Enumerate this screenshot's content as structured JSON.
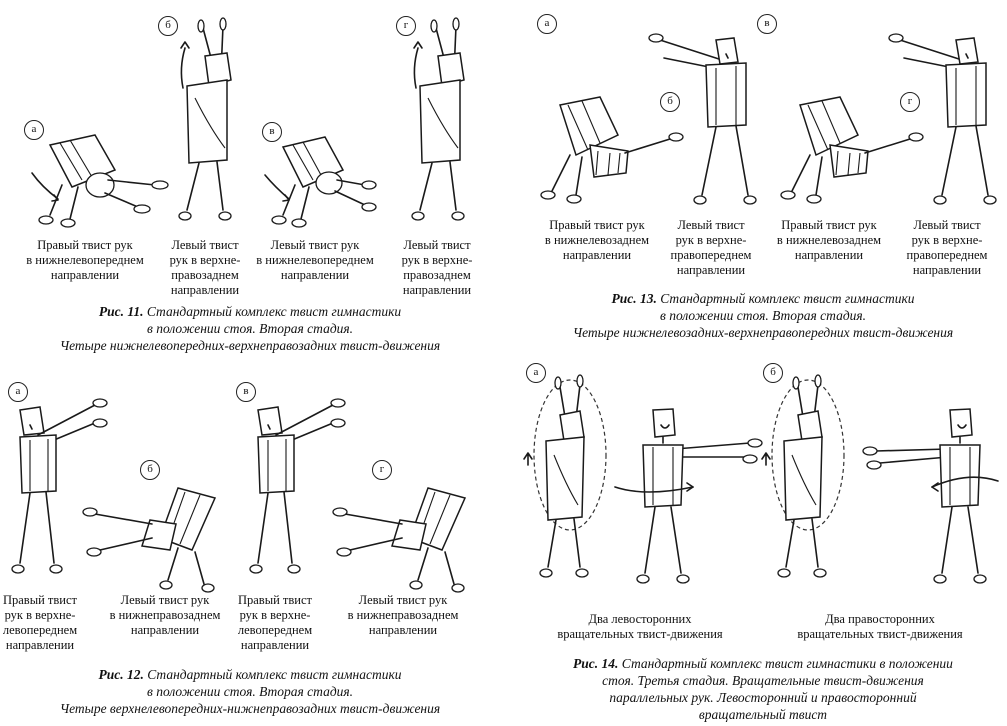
{
  "fig11": {
    "letters": [
      "а",
      "б",
      "в",
      "г"
    ],
    "labels": [
      "Правый твист рук\nв нижнелевопереднем\nнаправлении",
      "Левый твист\nрук в верхне-\nправозаднем\nнаправлении",
      "Левый твист рук\nв нижнелевопереднем\nнаправлении",
      "Левый твист\nрук в верхне-\nправозаднем\nнаправлении"
    ],
    "caption_num": "Рис. 11.",
    "caption_line1": "Стандартный комплекс твист гимнастики",
    "caption_line2": "в положении стоя. Вторая стадия.",
    "caption_line3": "Четыре нижнелевопередних-верхнеправозадних твист-движения"
  },
  "fig12": {
    "letters": [
      "а",
      "б",
      "в",
      "г"
    ],
    "labels": [
      "Правый твист\nрук в верхне-\nлевопереднем\nнаправлении",
      "Левый твист рук\nв нижнеправозаднем\nнаправлении",
      "Правый твист\nрук в верхне-\nлевопереднем\nнаправлении",
      "Левый твист рук\nв нижнеправозаднем\nнаправлении"
    ],
    "caption_num": "Рис. 12.",
    "caption_line1": "Стандартный комплекс твист гимнастики",
    "caption_line2": "в положении стоя. Вторая стадия.",
    "caption_line3": "Четыре верхнелевопередних-нижнеправозадних твист-движения"
  },
  "fig13": {
    "letters": [
      "а",
      "б",
      "в",
      "г"
    ],
    "labels": [
      "Правый твист рук\nв нижнелевозаднем\nнаправлении",
      "Левый твист\nрук в верхне-\nправопереднем\nнаправлении",
      "Правый твист рук\nв нижнелевозаднем\nнаправлении",
      "Левый твист\nрук в верхне-\nправопереднем\nнаправлении"
    ],
    "caption_num": "Рис. 13.",
    "caption_line1": "Стандартный комплекс твист гимнастики",
    "caption_line2": "в положении стоя. Вторая стадия.",
    "caption_line3": "Четыре нижнелевозадних-верхнеправопередних твист-движения"
  },
  "fig14": {
    "letters": [
      "а",
      "б"
    ],
    "labels": [
      "Два левосторонних\nвращательных твист-движения",
      "Два правосторонних\nвращательных твист-движения"
    ],
    "caption_num": "Рис. 14.",
    "caption_line1": "Стандартный комплекс твист гимнастики в положении",
    "caption_line2": "стоя. Третья стадия. Вращательные твист-движения",
    "caption_line3": "параллельных рук. Левосторонний и правосторонний",
    "caption_line4": "вращательный твист"
  },
  "icons": {
    "figure": "stick-figure-icon",
    "arrow": "curved-arrow-icon",
    "orbit": "dashed-ellipse-icon"
  }
}
